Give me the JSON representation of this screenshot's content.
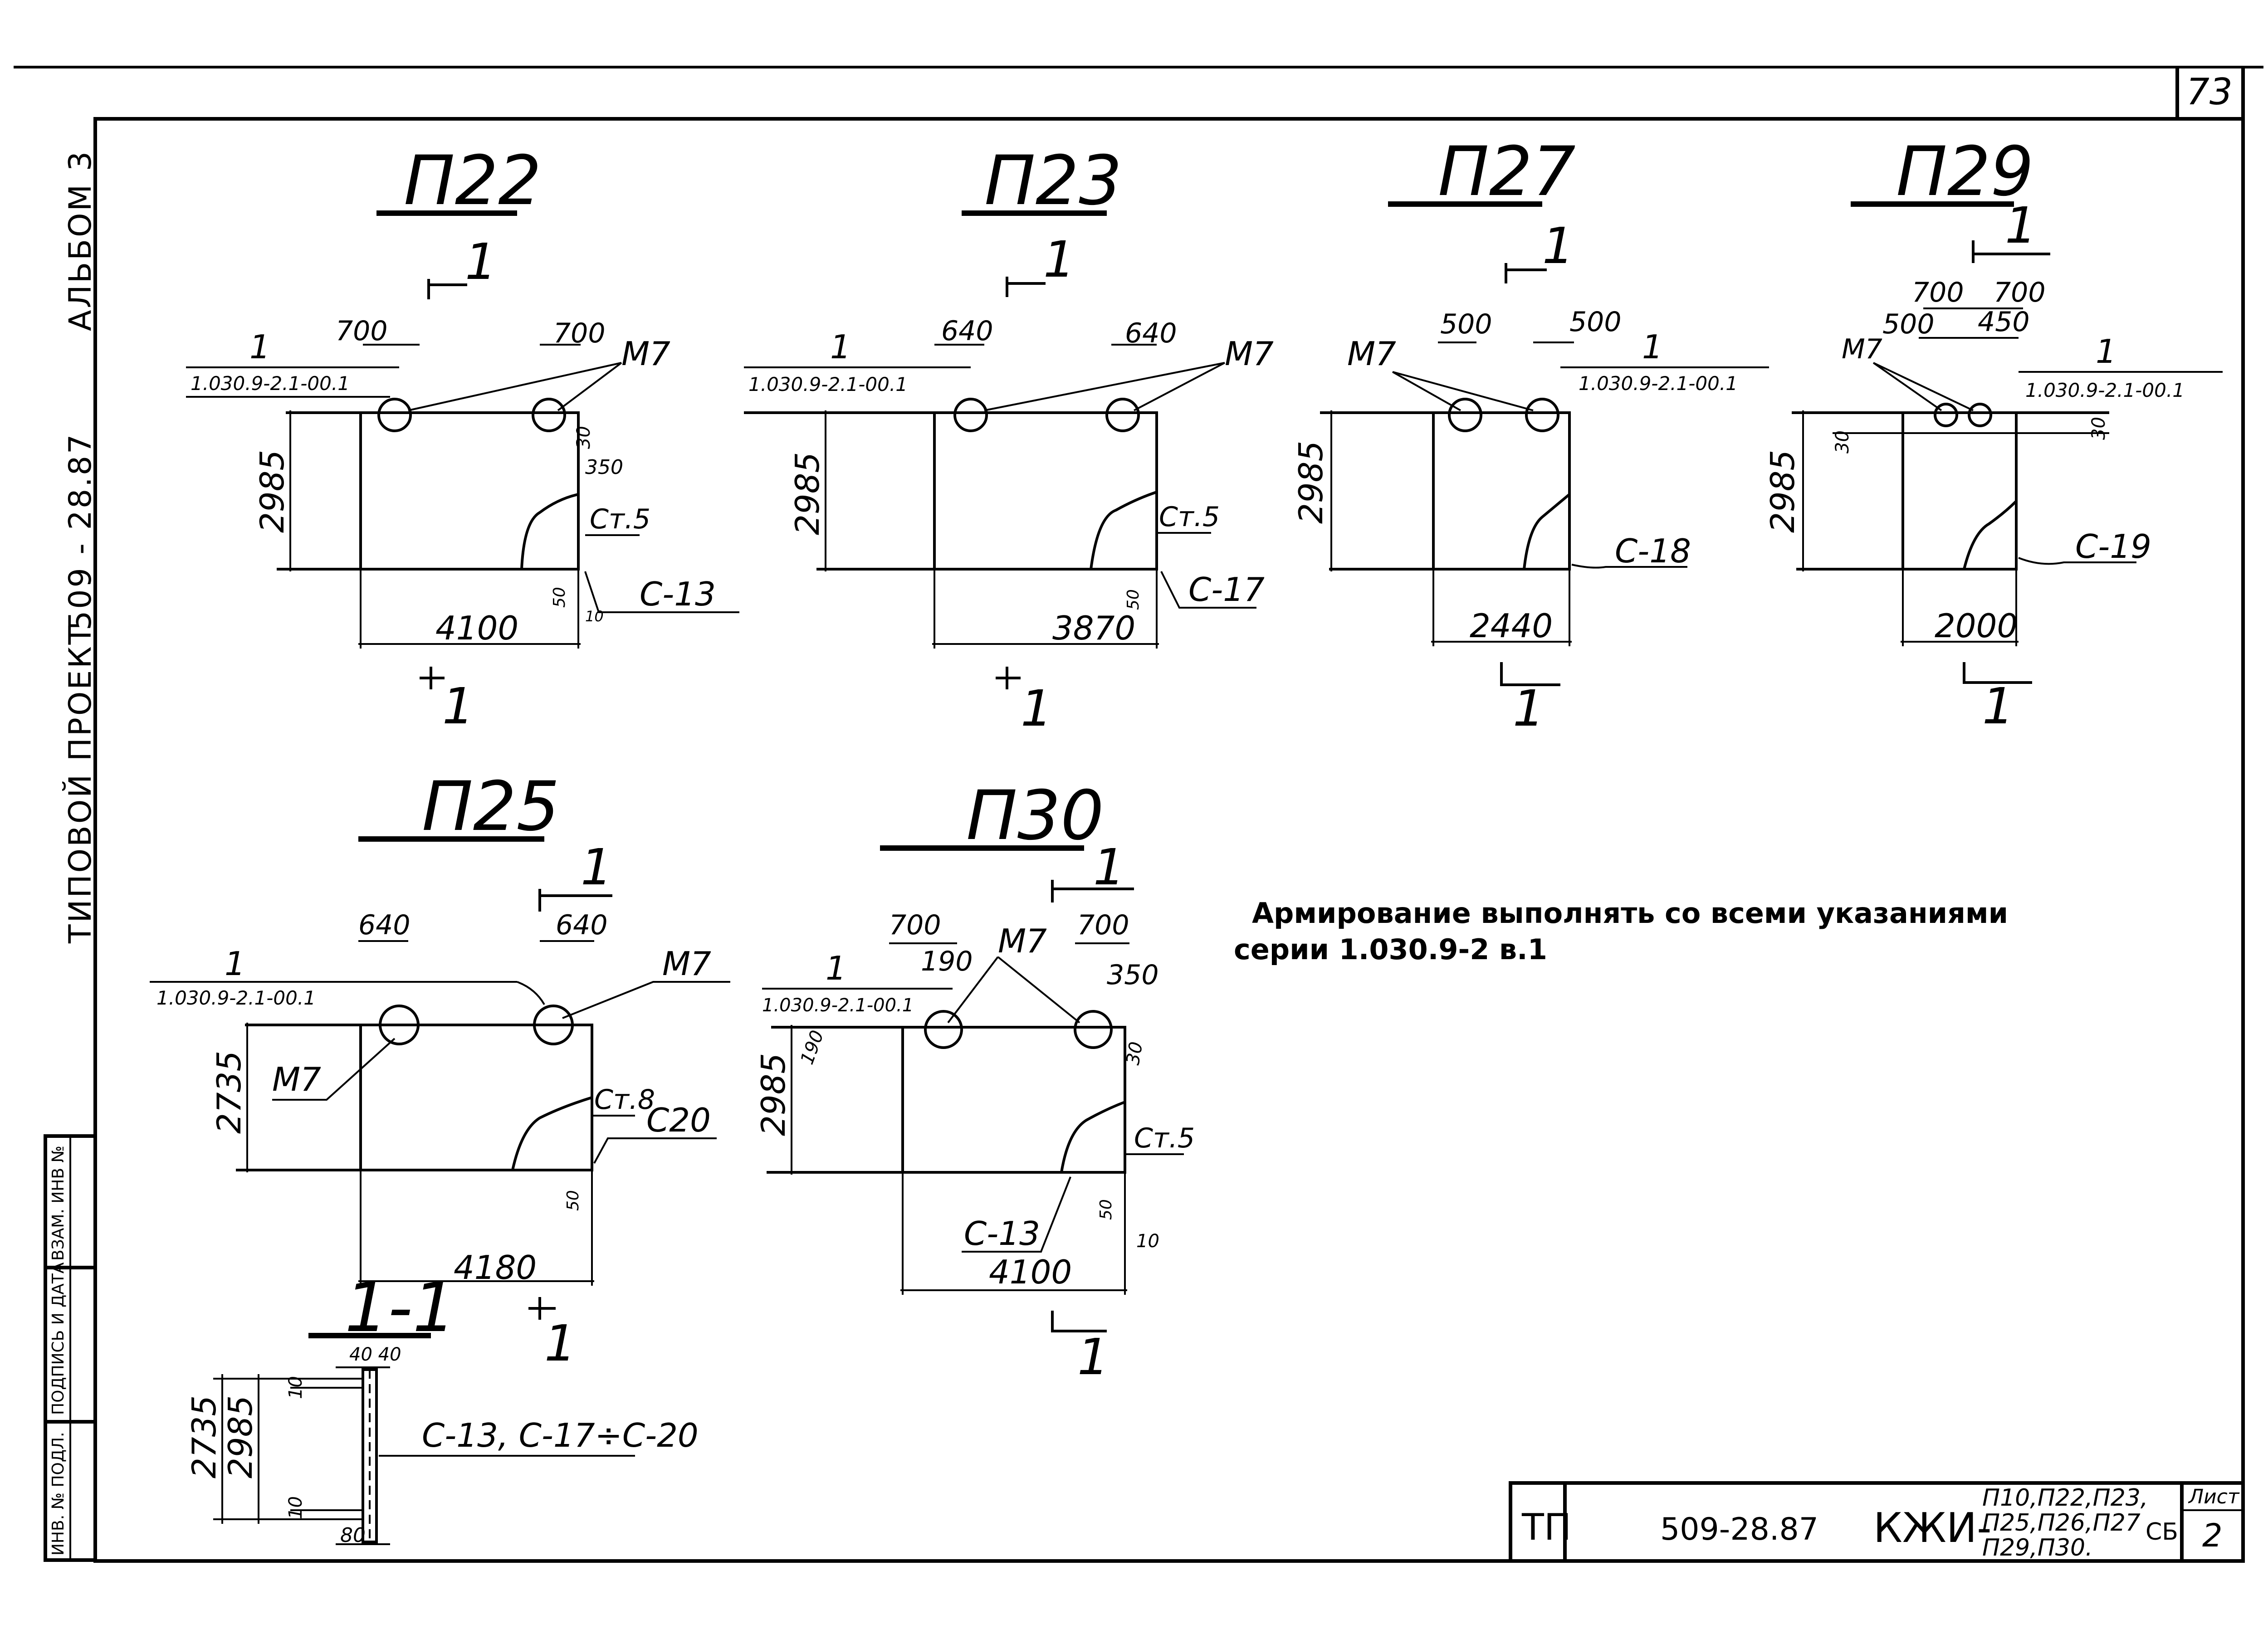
{
  "sheet": {
    "page_number": "73",
    "side_texts": [
      "АЛЬБОМ 3",
      "509 - 28.87",
      "ТИПОВОЙ ПРОЕКТ"
    ],
    "side_stamp_labels": [
      "ВЗАМ. ИНВ №",
      "ПОДПИСЬ И ДАТА",
      "ИНВ. № ПОДЛ."
    ],
    "note_line1": "Армирование выполнять со всеми указаниями",
    "note_line2": "серии 1.030.9-2 в.1",
    "section_label": "1",
    "series_ref": "1.030.9-2.1-00.1"
  },
  "drawings": {
    "p22": {
      "title": "П22",
      "width": "4100",
      "height": "2985",
      "spacing_left": "700",
      "spacing_right": "700",
      "embed": "М7",
      "mesh": "С-13",
      "steel": "Ст.5",
      "d1": "350",
      "d2": "30",
      "d3": "50",
      "d4": "10"
    },
    "p23": {
      "title": "П23",
      "width": "3870",
      "height": "2985",
      "spacing_left": "640",
      "spacing_right": "640",
      "embed": "М7",
      "mesh": "С-17",
      "steel": "Ст.5",
      "d3": "50"
    },
    "p27": {
      "title": "П27",
      "width": "2440",
      "height": "2985",
      "spacing_left": "500",
      "spacing_right": "500",
      "embed": "М7",
      "mesh": "С-18"
    },
    "p29": {
      "title": "П29",
      "width": "2000",
      "height": "2985",
      "s1": "700",
      "s2": "700",
      "s3": "500",
      "s4": "450",
      "embed": "М7",
      "mesh": "С-19",
      "d1": "30",
      "d2": "30"
    },
    "p25": {
      "title": "П25",
      "width": "4180",
      "height": "2735",
      "spacing_left": "640",
      "spacing_right": "640",
      "embed": "М7",
      "mesh": "С20",
      "steel": "Ст.8",
      "d3": "50"
    },
    "p30": {
      "title": "П30",
      "width": "4100",
      "height": "2985",
      "s1": "700",
      "s2": "700",
      "s3": "190",
      "s4": "350",
      "s5": "190",
      "d1": "30",
      "embed": "М7",
      "mesh": "С-13",
      "steel": "Ст.5",
      "d3": "50",
      "d4": "10"
    },
    "section": {
      "title": "1-1",
      "top": "40 40",
      "h1": "2735",
      "h2": "2985",
      "bottom": "80",
      "meshes": "С-13, С-17÷С-20",
      "mark": "10"
    }
  },
  "stamp": {
    "tp": "ТП",
    "project": "509-28.87",
    "code": "КЖИ-",
    "items_line1": "П10,П22,П23,",
    "items_line2": "П25,П26,П27",
    "items_line3": "П29,П30.",
    "sb": "СБ",
    "sheet_label": "Лист",
    "sheet_no": "2"
  }
}
